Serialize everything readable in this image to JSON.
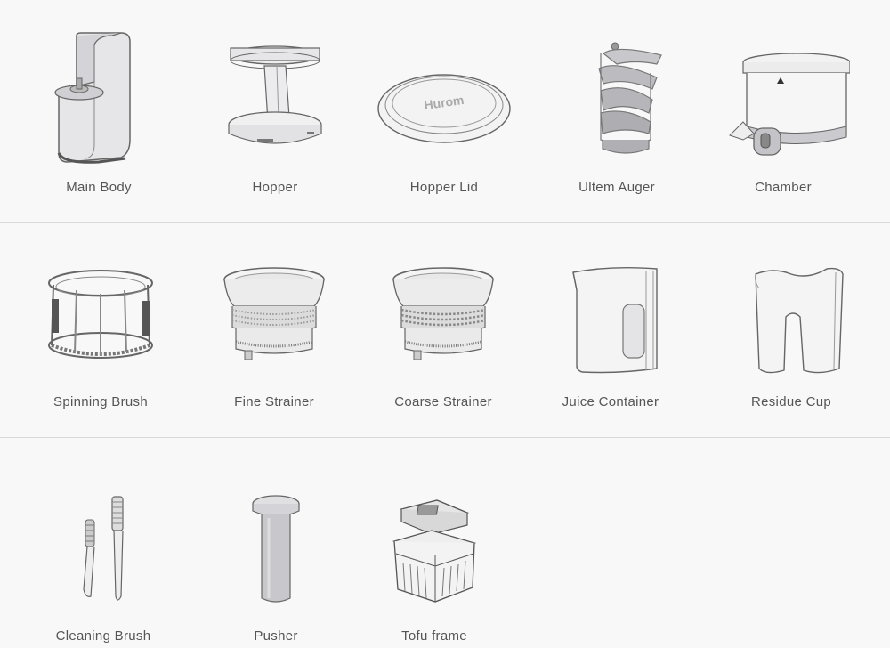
{
  "parts": [
    {
      "label": "Main Body",
      "icon": "main-body-icon"
    },
    {
      "label": "Hopper",
      "icon": "hopper-icon"
    },
    {
      "label": "Hopper Lid",
      "icon": "hopper-lid-icon",
      "logo_text": "Hurom"
    },
    {
      "label": "Ultem Auger",
      "icon": "auger-icon"
    },
    {
      "label": "Chamber",
      "icon": "chamber-icon"
    },
    {
      "label": "Spinning Brush",
      "icon": "spinning-brush-icon"
    },
    {
      "label": "Fine Strainer",
      "icon": "fine-strainer-icon"
    },
    {
      "label": "Coarse Strainer",
      "icon": "coarse-strainer-icon"
    },
    {
      "label": "Juice Container",
      "icon": "juice-container-icon"
    },
    {
      "label": "Residue Cup",
      "icon": "residue-cup-icon"
    },
    {
      "label": "Cleaning Brush",
      "icon": "cleaning-brush-icon"
    },
    {
      "label": "Pusher",
      "icon": "pusher-icon"
    },
    {
      "label": "Tofu frame",
      "icon": "tofu-frame-icon"
    }
  ],
  "colors": {
    "background": "#f8f8f8",
    "divider": "#d8d8d8",
    "label": "#555555",
    "line_art": "#666666"
  }
}
